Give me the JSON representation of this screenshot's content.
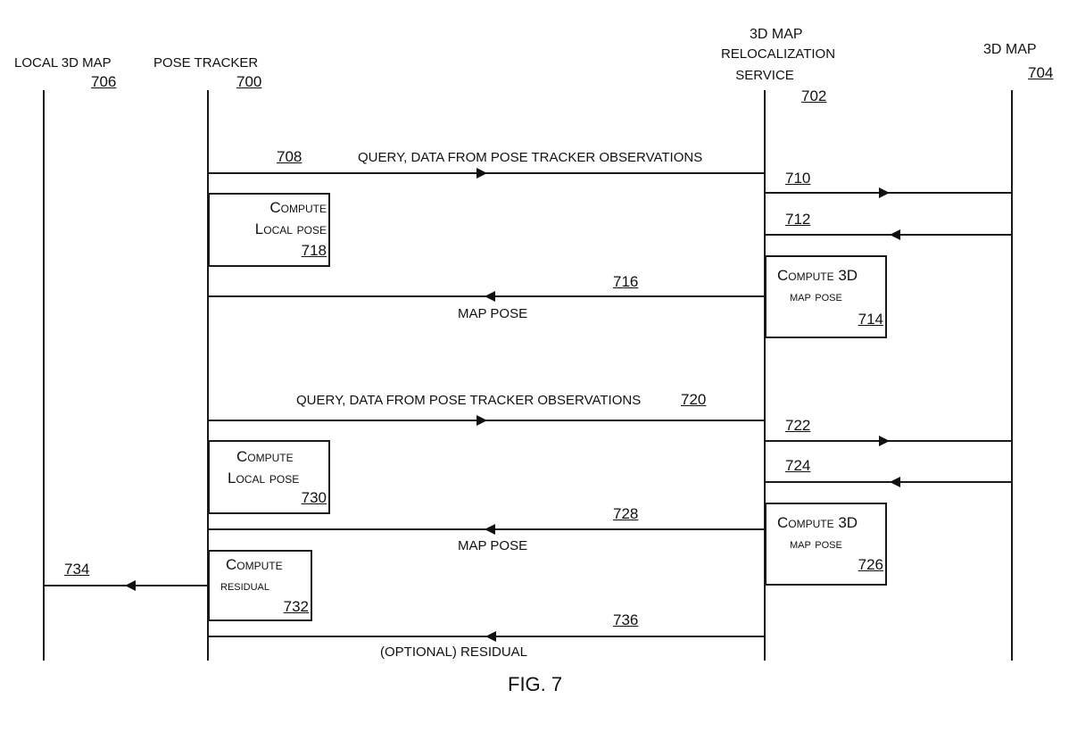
{
  "figure_label": "FIG. 7",
  "lifelines": [
    {
      "name": "LOCAL 3D MAP",
      "ref": "706"
    },
    {
      "name": "POSE TRACKER",
      "ref": "700"
    },
    {
      "name_lines": [
        "3D MAP",
        "RELOCALIZATION",
        "SERVICE"
      ],
      "ref": "702"
    },
    {
      "name": "3D MAP",
      "ref": "704"
    }
  ],
  "messages": [
    {
      "ref": "708",
      "label": "QUERY, DATA FROM POSE TRACKER OBSERVATIONS",
      "from": "POSE TRACKER",
      "to": "3D MAP RELOCALIZATION SERVICE",
      "direction": "right"
    },
    {
      "ref": "710",
      "label": "",
      "from": "3D MAP RELOCALIZATION SERVICE",
      "to": "3D MAP",
      "direction": "right"
    },
    {
      "ref": "712",
      "label": "",
      "from": "3D MAP",
      "to": "3D MAP RELOCALIZATION SERVICE",
      "direction": "left"
    },
    {
      "ref": "716",
      "label": "MAP POSE",
      "from": "3D MAP RELOCALIZATION SERVICE",
      "to": "POSE TRACKER",
      "direction": "left"
    },
    {
      "ref": "720",
      "label": "QUERY, DATA FROM POSE TRACKER OBSERVATIONS",
      "from": "POSE TRACKER",
      "to": "3D MAP RELOCALIZATION SERVICE",
      "direction": "right"
    },
    {
      "ref": "722",
      "label": "",
      "from": "3D MAP RELOCALIZATION SERVICE",
      "to": "3D MAP",
      "direction": "right"
    },
    {
      "ref": "724",
      "label": "",
      "from": "3D MAP",
      "to": "3D MAP RELOCALIZATION SERVICE",
      "direction": "left"
    },
    {
      "ref": "728",
      "label": "MAP POSE",
      "from": "3D MAP RELOCALIZATION SERVICE",
      "to": "POSE TRACKER",
      "direction": "left"
    },
    {
      "ref": "734",
      "label": "",
      "from": "POSE TRACKER",
      "to": "LOCAL 3D MAP",
      "direction": "left"
    },
    {
      "ref": "736",
      "label": "(OPTIONAL) RESIDUAL",
      "from": "3D MAP RELOCALIZATION SERVICE",
      "to": "POSE TRACKER",
      "direction": "left"
    }
  ],
  "activities": [
    {
      "lines": [
        "Compute",
        "Local pose"
      ],
      "ref": "718"
    },
    {
      "lines": [
        "Compute 3D",
        "map pose"
      ],
      "ref": "714"
    },
    {
      "lines": [
        "Compute",
        "Local pose"
      ],
      "ref": "730"
    },
    {
      "lines": [
        "Compute 3D",
        "map pose"
      ],
      "ref": "726"
    },
    {
      "lines": [
        "Compute",
        "residual"
      ],
      "ref": "732"
    }
  ]
}
